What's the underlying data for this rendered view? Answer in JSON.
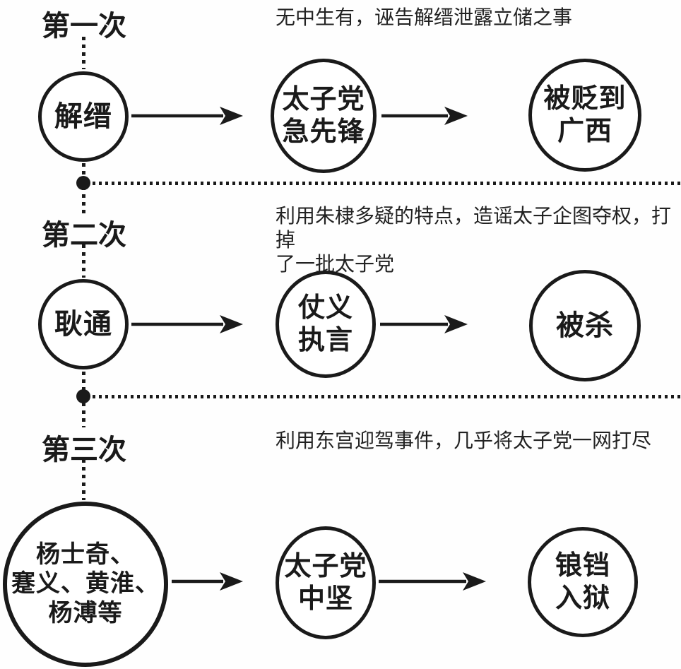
{
  "diagram": {
    "colors": {
      "background": "#fefefe",
      "ink": "#1a1a1a"
    },
    "rows": [
      {
        "label": "第一次",
        "description": "无中生有，诬告解缙泄露立储之事",
        "nodes": [
          "解缙",
          "太子党\n急先锋",
          "被贬到\n广西"
        ]
      },
      {
        "label": "第二次",
        "description": "利用朱棣多疑的特点，造谣太子企图夺权，打掉\n了一批太子党",
        "nodes": [
          "耿通",
          "仗义\n执言",
          "被杀"
        ]
      },
      {
        "label": "第三次",
        "description": "利用东宫迎驾事件，几乎将太子党一网打尽",
        "nodes": [
          "杨士奇、\n蹇义、黄淮、\n杨溥等",
          "太子党\n中坚",
          "锒铛\n入狱"
        ]
      }
    ]
  }
}
